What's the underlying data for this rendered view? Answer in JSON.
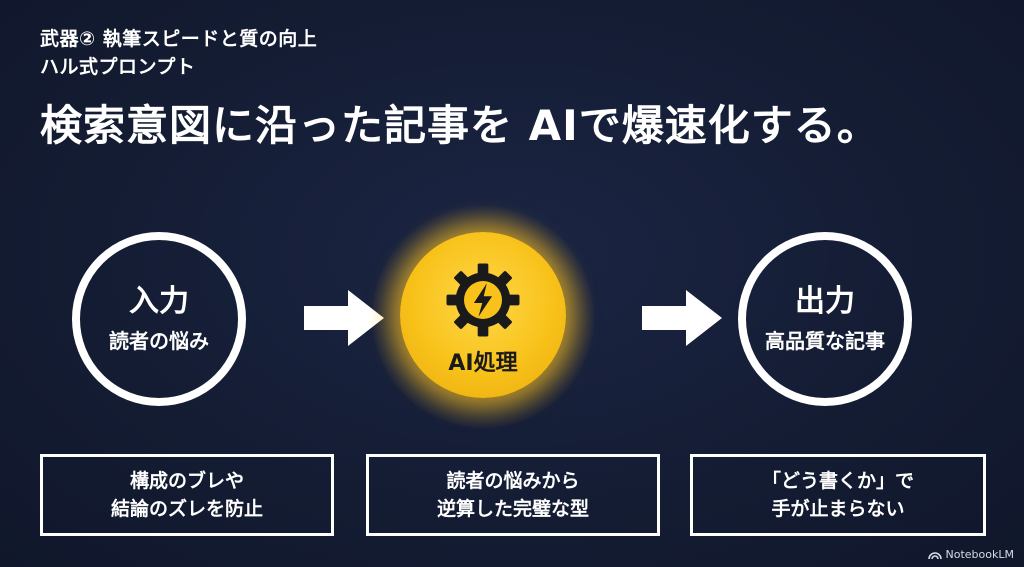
{
  "header": {
    "line1": "武器② 執筆スピードと質の向上",
    "line2": "ハル式プロンプト",
    "headline": "検索意図に沿った記事を AIで爆速化する。"
  },
  "flow": {
    "input": {
      "title": "入力",
      "subtitle": "読者の悩み"
    },
    "process": {
      "label": "AI処理",
      "icon": "gear-lightning-icon",
      "color": "#f8c21a"
    },
    "output": {
      "title": "出力",
      "subtitle": "高品質な記事"
    }
  },
  "boxes": [
    {
      "line1": "構成のブレや",
      "line2": "結論のズレを防止"
    },
    {
      "line1": "読者の悩みから",
      "line2": "逆算した完璧な型"
    },
    {
      "line1": "「どう書くか」で",
      "line2": "手が止まらない"
    }
  ],
  "watermark": {
    "label": "NotebookLM",
    "icon": "notebooklm-icon"
  }
}
